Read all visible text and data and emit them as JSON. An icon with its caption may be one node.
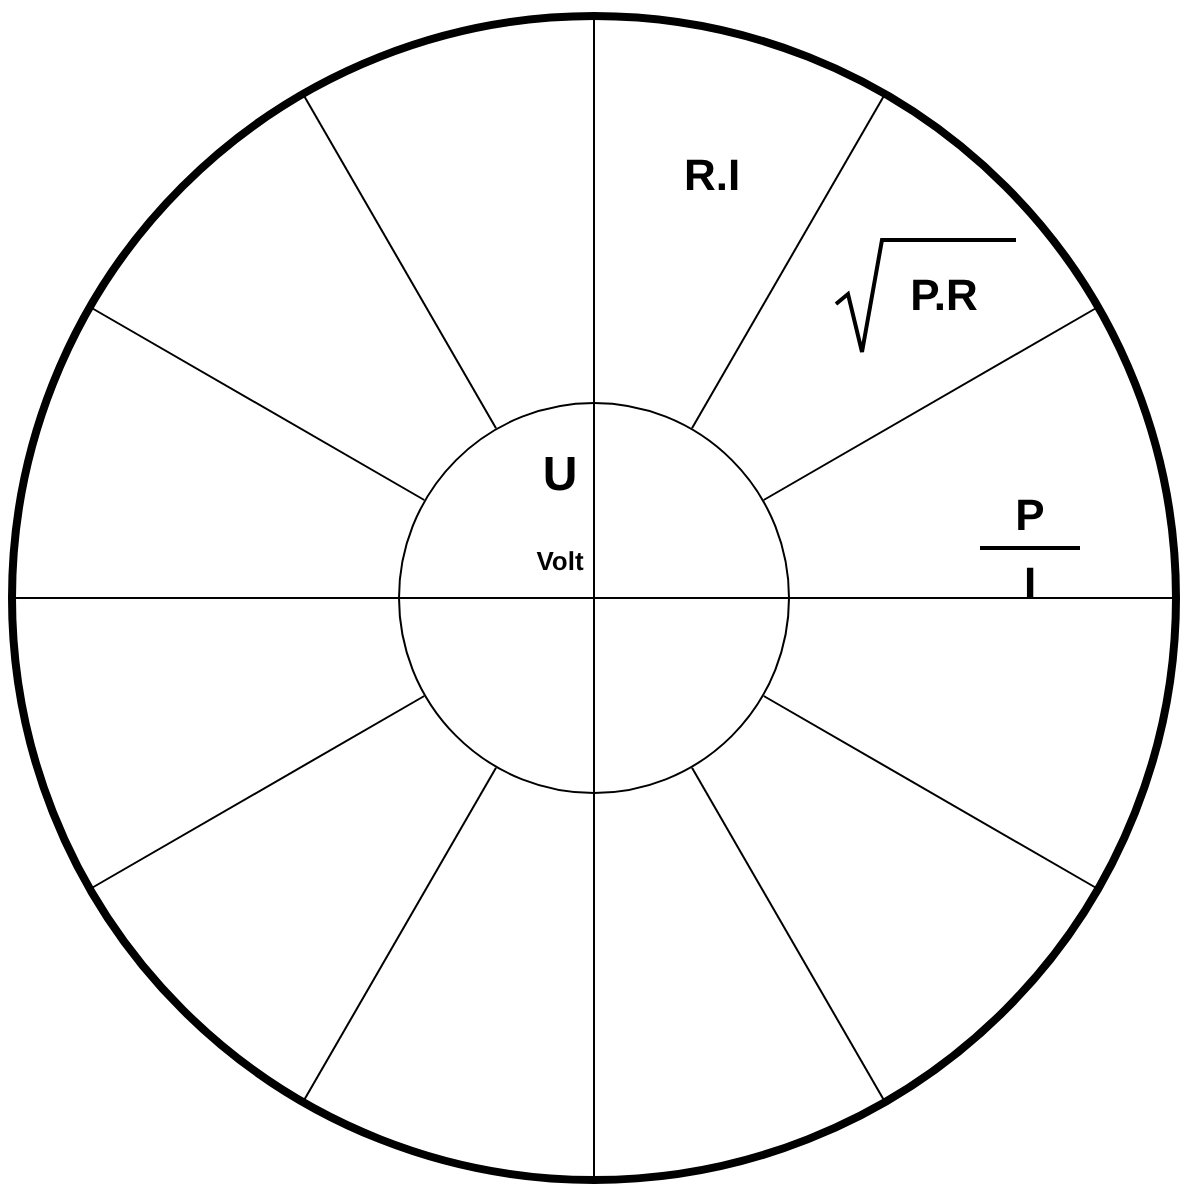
{
  "diagram": {
    "nodes": [
      {
        "text": [
          "U",
          "Volt"
        ]
      }
    ],
    "edges": [],
    "labels": [
      "R.I",
      "P.R",
      "P",
      "I"
    ]
  }
}
